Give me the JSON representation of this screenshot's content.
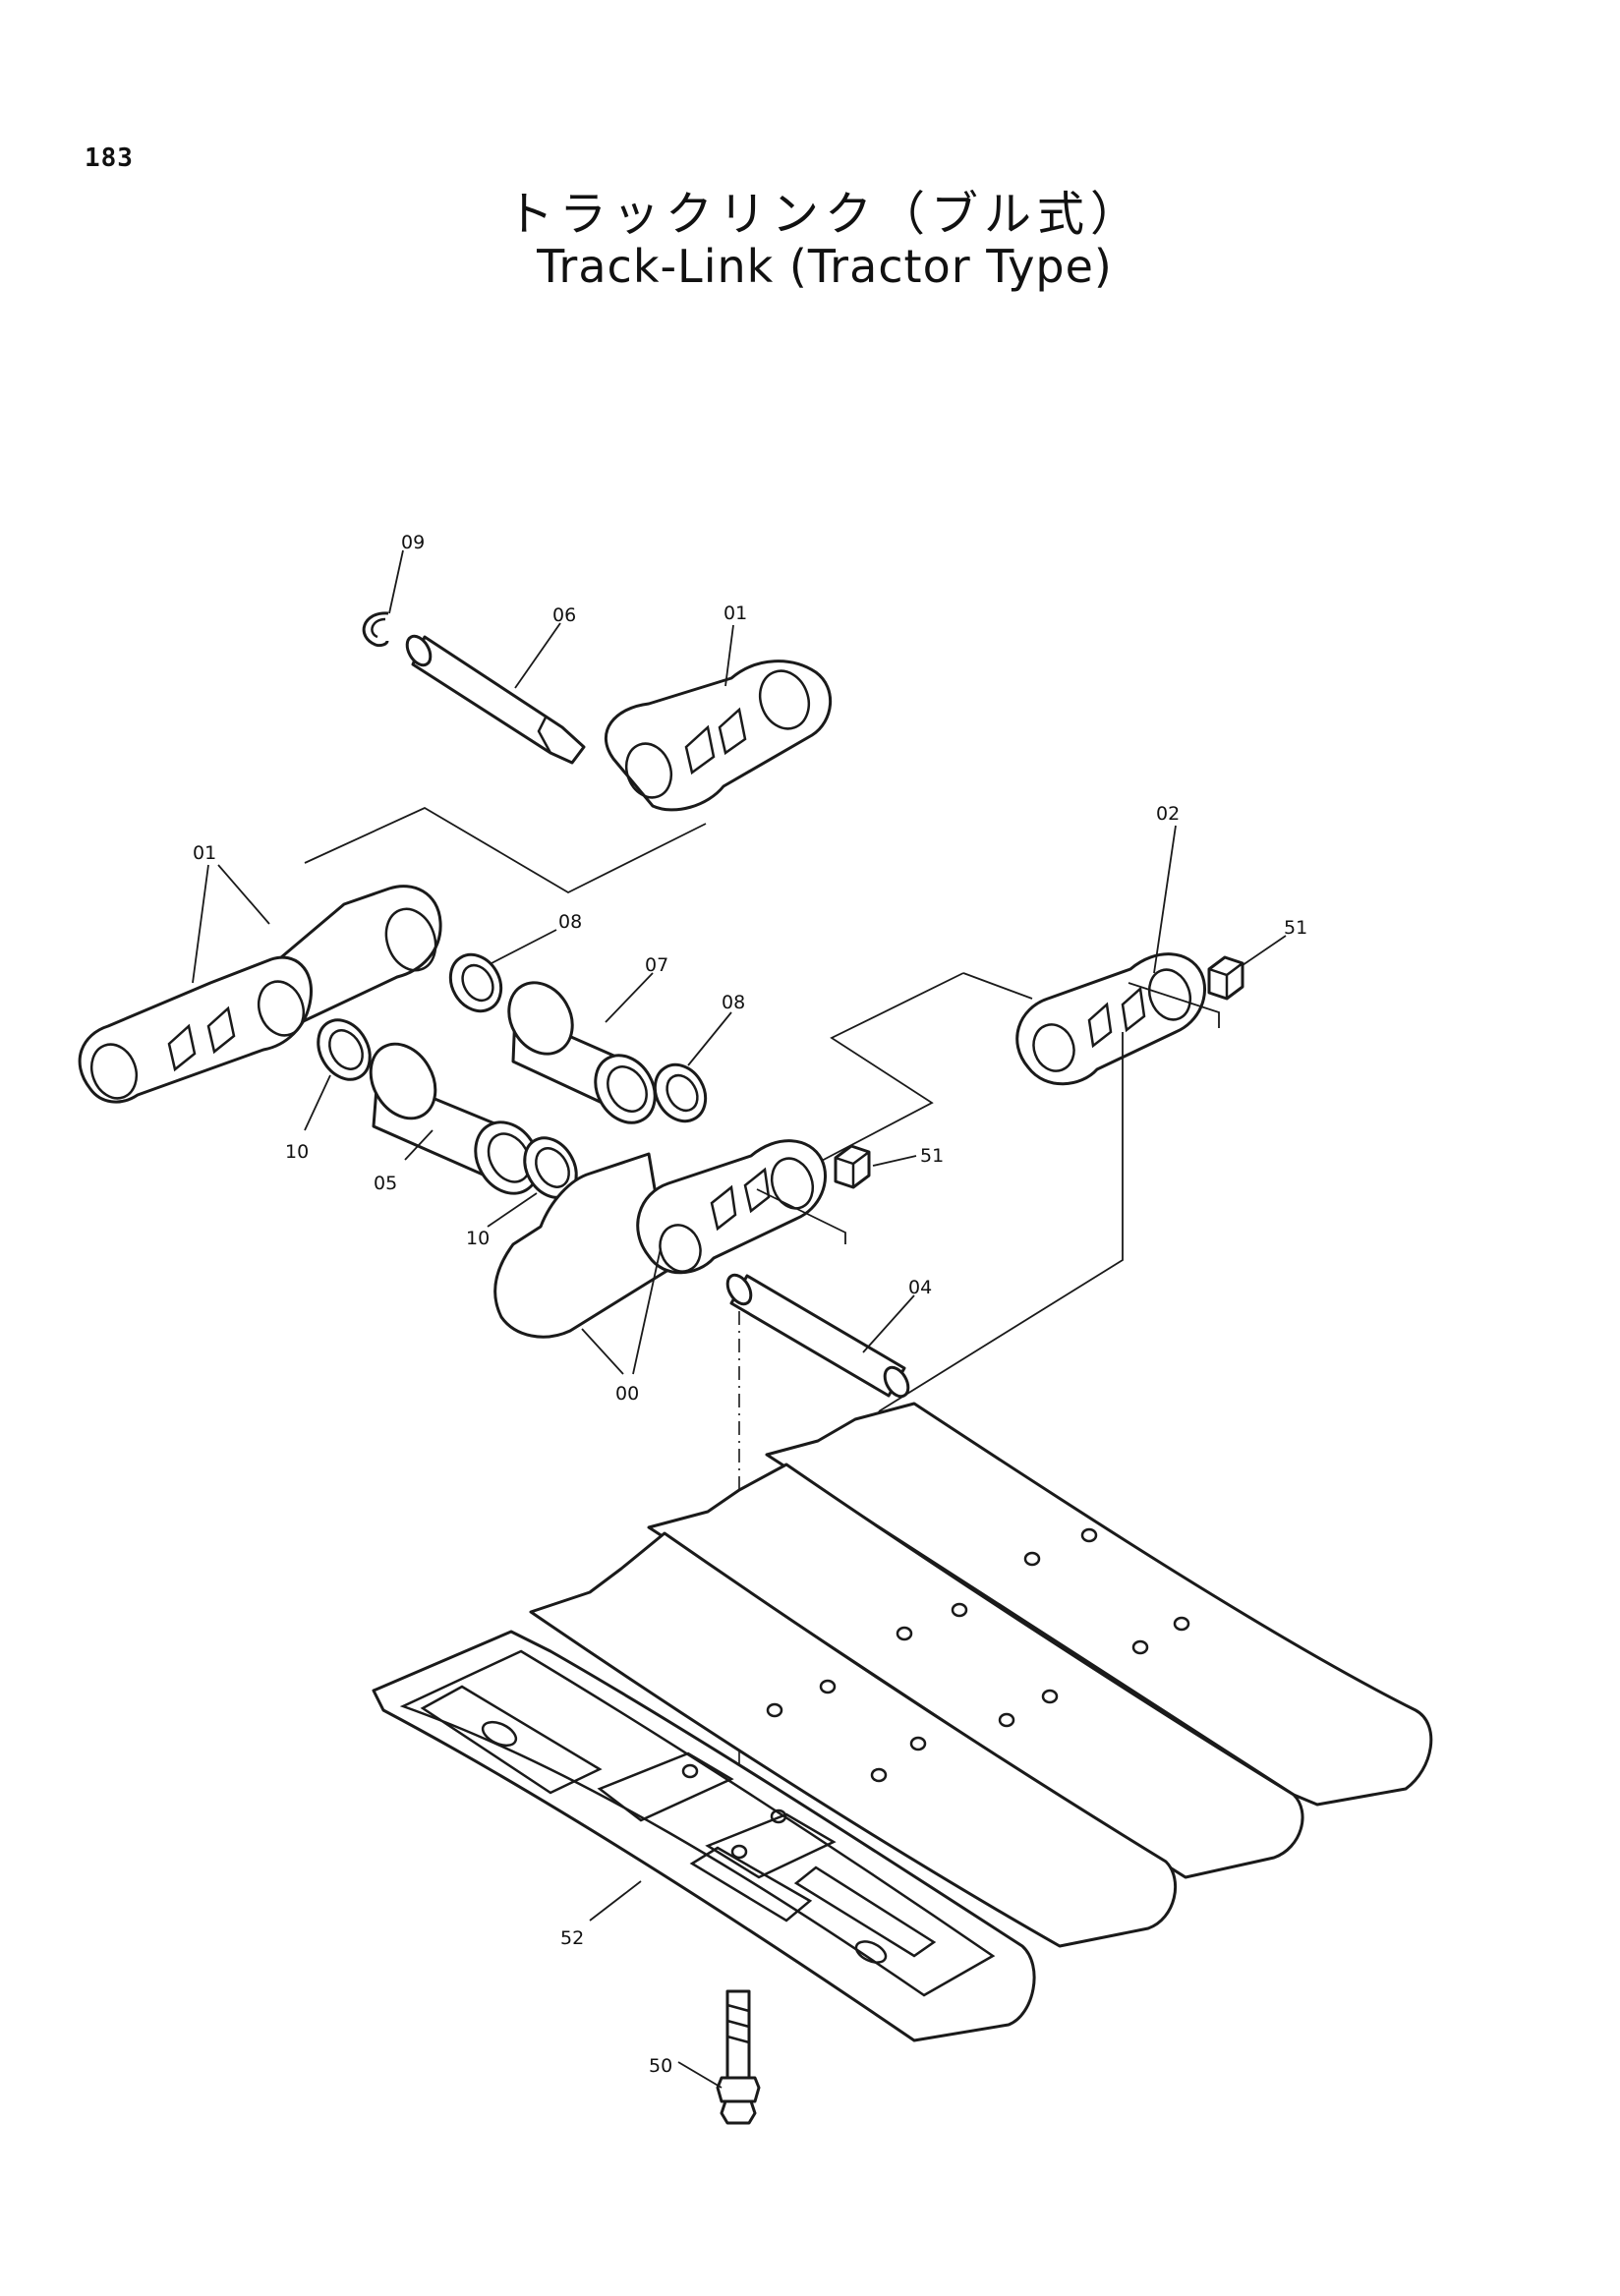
{
  "page": {
    "number": "183",
    "title_jp": "トラックリンク（ブル式）",
    "title_en": "Track-Link (Tractor Type)"
  },
  "callouts": {
    "c09": "09",
    "c06": "06",
    "c01_top": "01",
    "c01_left": "01",
    "c02": "02",
    "c51_right": "51",
    "c08_upper": "08",
    "c07": "07",
    "c08_lower": "08",
    "c51_center": "51",
    "c10_left": "10",
    "c05": "05",
    "c10_center": "10",
    "c04": "04",
    "c00": "00",
    "c52": "52",
    "c50": "50"
  }
}
